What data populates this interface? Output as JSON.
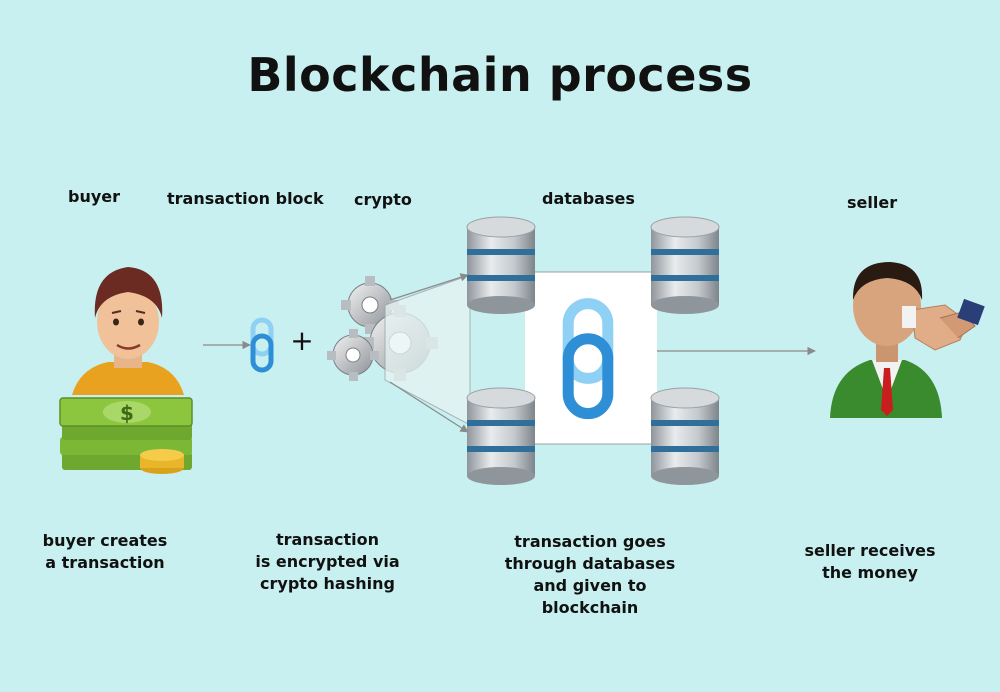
{
  "title": "Blockchain process",
  "headers": {
    "buyer": "buyer",
    "transaction_block": "transaction block",
    "crypto": "crypto",
    "databases": "databases",
    "seller": "seller"
  },
  "plus_sign": "+",
  "banknote_symbol": "$",
  "captions": {
    "buyer": [
      "buyer creates",
      "a transaction"
    ],
    "encrypt": [
      "transaction",
      "is encrypted via",
      "crypto hashing"
    ],
    "databases": [
      "transaction goes",
      "through databases",
      "and given to",
      "blockchain"
    ],
    "seller": [
      "seller receives",
      "the money"
    ]
  },
  "colors": {
    "background": "#c8f0f0",
    "chain": "#3a9fe0",
    "database": "#b9bec3",
    "database_band": "#2f6f9a",
    "money": "#8cc63f",
    "seller_suit": "#3a8a2e",
    "seller_tie": "#c81e1e",
    "buyer_shirt": "#e8a21f"
  },
  "icons": [
    "buyer-person-icon",
    "money-stack-icon",
    "chain-link-icon",
    "gears-icon",
    "database-icon",
    "seller-person-icon",
    "handshake-icon"
  ]
}
